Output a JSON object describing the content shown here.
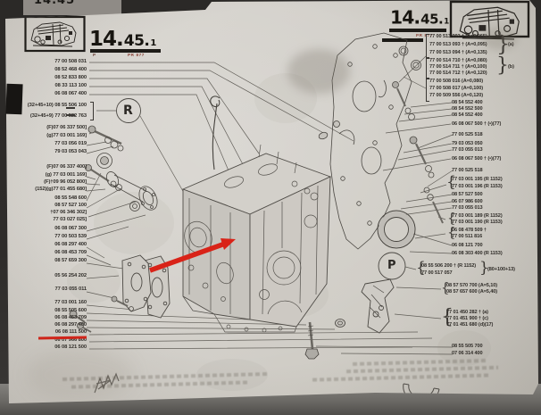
{
  "headers": {
    "left": {
      "code_major": "14.",
      "code_minor": "45.",
      "code_suffix": "1",
      "p_mark": "P",
      "pr_number": "PR 877"
    },
    "right": {
      "code_major": "14.",
      "code_minor": "45.",
      "code_suffix": "1",
      "pr_number": "PR 877"
    },
    "background_fragment": "14.45"
  },
  "left_column": {
    "items": [
      "77 00 508 031",
      "08 52 468 400",
      "08 52 833 800",
      "08 33 113 100",
      "06 08 067 400",
      "(32+45+10) 08 55 506 100",
      "(32+45+9) 77 00 522 763",
      "(F)07 06 337 500]",
      "(g)77 03 001 169]",
      "77 03 056 019",
      "79 03 053 043",
      "(F)07 06 337 400]",
      "(g) 77 03 001 169]",
      "(F)†09 96 052 800]",
      "(152)(g)77 01 455 680]",
      "08 55 548 600",
      "08 57 527 100",
      "†07 06 346 302]",
      "77 03 027 025]",
      "06 08 067 300",
      "77 00 503 539",
      "06 08 297 400",
      "06 08 453 709",
      "08 57 659 300",
      "05 56 254 202",
      "77 03 055 011",
      "77 03 001 160",
      "08 55 505 600",
      "06 08 453 709",
      "06 08 297 400",
      "06 08 111 500",
      "06 07 966 800",
      "06 08 121 500"
    ]
  },
  "right_column": {
    "items": [
      "77 00 513 092 † (A=0,065)",
      "77 00 513 093 † (A=0,095)",
      "77 00 513 094 † (A=0,135)",
      "77 00 514 710 † (A=0,080)",
      "77 00 514 711 † (A=0,100)",
      "77 00 514 712 † (A=0,120)",
      "77 00 508 016   (A=0,080)",
      "77 00 508 017   (A=0,100)",
      "77 00 509 556   (A=0,120)",
      "08 54 552 400",
      "08 54 552 500",
      "08 54 552 400",
      "06 08 067 500 † (•)(77)",
      "77 00 525 518",
      "79 03 053 050",
      "77 03 055 013",
      "06 08 067 500 † (•)(77)",
      "77 00 525 518",
      "77 03 001 195 (R 1152)",
      "77 03 001 196 (R 1153)",
      "08 57 527 500",
      "06 07 986 600",
      "77 03 055 013",
      "77 03 001 189 (R 1152)",
      "77 03 001 190 (R 1153)",
      "06 08 478 509 †",
      "77 00 511 816",
      "06 08 121 700",
      "06 08 303 400 (R 1153)",
      "08 55 506 200 † (R 1152)",
      "77 00 517 057",
      "08 57 570 700 (A=5,10)",
      "08 57 657 600 (A=5,40)",
      "77 01 450 282 † (a)",
      "77 01 451 900 † (c)",
      "77 01 451 680   (d)(17)",
      "08 55 505 700",
      "07 06 314 400"
    ],
    "group_labels": {
      "a": "(a)",
      "b": "(b)",
      "combo": "(80+100+13)"
    },
    "braces": {
      "open": "{",
      "close": "}"
    }
  },
  "diagram": {
    "detail_symbols": {
      "left_circle": "R",
      "right_circle": "P"
    }
  },
  "annotations": {
    "arrow_color": "#d92318",
    "underline_color": "#d92318",
    "underlined_part_number": "06 08 111 500"
  }
}
